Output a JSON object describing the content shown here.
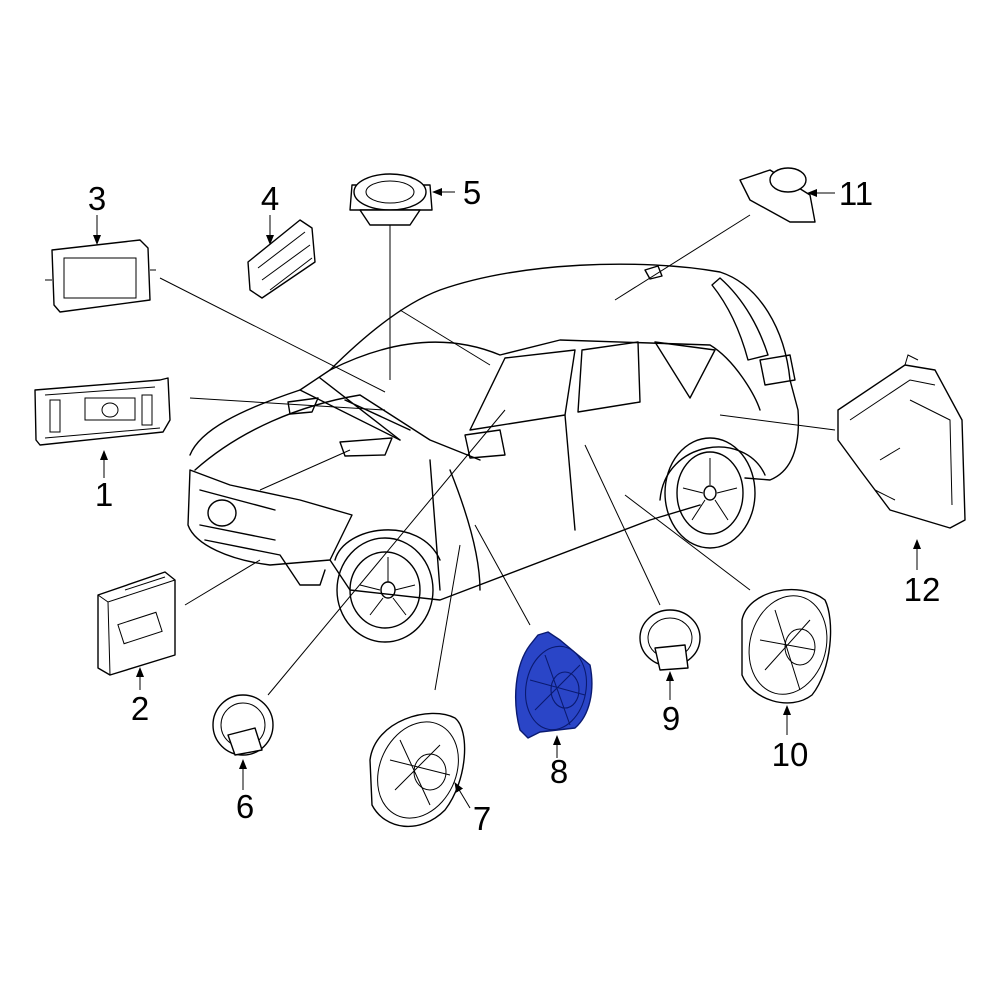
{
  "diagram": {
    "highlight_color": "#2a45c7",
    "highlighted_part": "8",
    "callouts": [
      {
        "id": "1",
        "label": "1"
      },
      {
        "id": "2",
        "label": "2"
      },
      {
        "id": "3",
        "label": "3"
      },
      {
        "id": "4",
        "label": "4"
      },
      {
        "id": "5",
        "label": "5"
      },
      {
        "id": "6",
        "label": "6"
      },
      {
        "id": "7",
        "label": "7"
      },
      {
        "id": "8",
        "label": "8"
      },
      {
        "id": "9",
        "label": "9"
      },
      {
        "id": "10",
        "label": "10"
      },
      {
        "id": "11",
        "label": "11"
      },
      {
        "id": "12",
        "label": "12"
      }
    ]
  }
}
